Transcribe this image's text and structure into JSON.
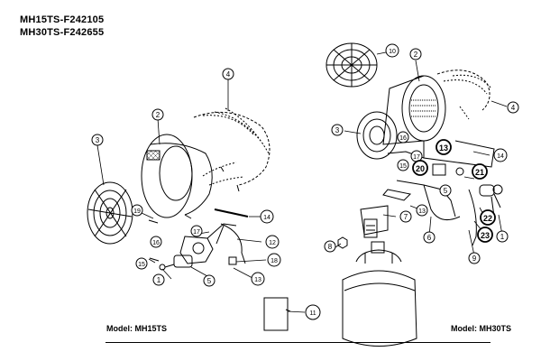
{
  "header": {
    "line1": "MH15TS-F242105",
    "line2": "MH30TS-F242655"
  },
  "footer": {
    "model_left": "Model: MH15TS",
    "model_right": "Model: MH30TS"
  },
  "callouts_left": [
    "1",
    "2",
    "3",
    "4",
    "5",
    "12",
    "13",
    "14",
    "15",
    "16",
    "17",
    "18",
    "19"
  ],
  "callouts_right": [
    "1",
    "2",
    "3",
    "4",
    "5",
    "6",
    "7",
    "8",
    "9",
    "10",
    "11",
    "13",
    "14",
    "15",
    "16",
    "17",
    "20",
    "21",
    "22",
    "23"
  ],
  "bold_callouts": [
    "13",
    "20",
    "21",
    "22",
    "23"
  ],
  "colors": {
    "line": "#000000",
    "background": "#ffffff"
  }
}
